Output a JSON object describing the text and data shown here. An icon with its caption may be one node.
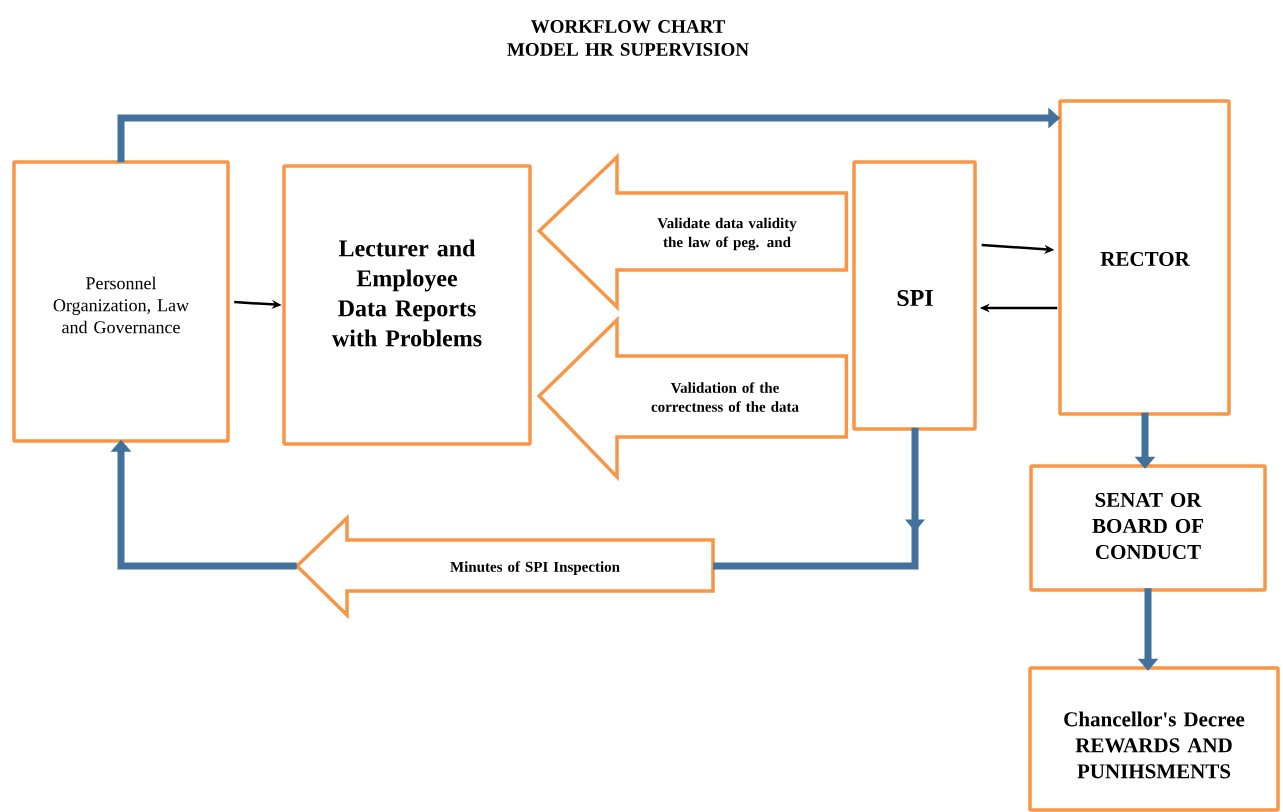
{
  "diagram": {
    "title": "WORKFLOW CHART MODEL HR SUPERVISION",
    "nodes": [
      {
        "text": [
          "Personnel Organization, Law and Governance"
        ]
      },
      {
        "text": [
          "Lecturer and Employee Data Reports with Problems"
        ]
      },
      {
        "text": [
          "SPI"
        ]
      },
      {
        "text": [
          "RECTOR"
        ]
      },
      {
        "text": [
          "SENAT OR BOARD OF CONDUCT"
        ]
      },
      {
        "text": [
          "Chancellor's Decree REWARDS AND PUNIHSMENTS"
        ]
      },
      {
        "text": [
          "Minutes of SPI Inspection"
        ]
      }
    ],
    "edges": [
      {
        "from": 0,
        "to": 3,
        "arrow": "to"
      },
      {
        "from": 0,
        "to": 1,
        "arrow": "to",
        "color": "#000000"
      },
      {
        "from": 2,
        "to": 1,
        "arrow": "to",
        "label": "Validate data validity the law of peg. and",
        "color": "#f79646"
      },
      {
        "from": 2,
        "to": 1,
        "arrow": "to",
        "label": "Validation of the correctness of the data",
        "color": "#f79646"
      },
      {
        "from": 2,
        "to": 3,
        "arrow": "to",
        "color": "#000000"
      },
      {
        "from": 3,
        "to": 2,
        "arrow": "to",
        "color": "#000000"
      },
      {
        "from": 3,
        "to": 4,
        "arrow": "to"
      },
      {
        "from": 4,
        "to": 5,
        "arrow": "to"
      },
      {
        "from": 2,
        "to": 6,
        "arrow": "to"
      },
      {
        "from": 6,
        "to": 0,
        "arrow": "to"
      }
    ]
  }
}
